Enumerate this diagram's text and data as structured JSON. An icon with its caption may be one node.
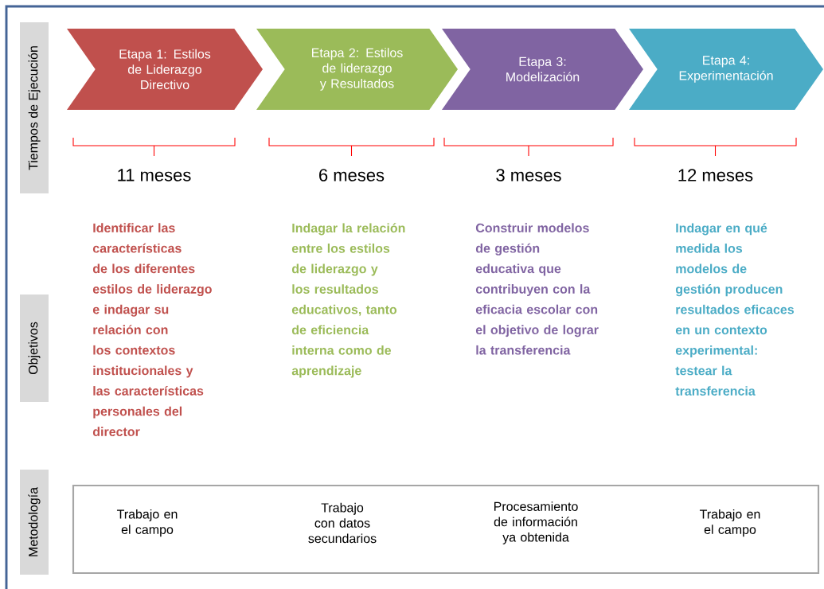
{
  "diagram": {
    "nodes": [
      {
        "text": [
          "Tiempos de Ejecución"
        ]
      },
      {
        "text": [
          "Objetivos"
        ]
      },
      {
        "text": [
          "Metodología"
        ]
      },
      {
        "text": [
          "Etapa 1: Estilos de Liderazgo Directivo"
        ],
        "beside": [
          "11 meses",
          "Identificar las características de los diferentes estilos de liderazgo e indagar su relación con los contextos institucionales y las características personales del director"
        ]
      },
      {
        "text": [
          "Etapa 2: Estilos de liderazgo y Resultados"
        ],
        "beside": [
          "6 meses",
          "Indagar la relación entre los estilos de liderazgo y los resultados educativos, tanto de eficiencia interna como de aprendizaje"
        ]
      },
      {
        "text": [
          "Etapa 3: Modelización"
        ],
        "beside": [
          "3 meses",
          "Construir modelos de gestión educativa que contribuyen con la eficacia escolar con el objetivo de  lograr la transferencia"
        ]
      },
      {
        "text": [
          "Etapa 4: Experimentación"
        ],
        "beside": [
          "12 meses",
          "Indagar en qué medida los modelos de gestión producen resultados eficaces en un contexto experimental: testear la transferencia"
        ]
      },
      {
        "text": [
          "Trabajo en el campo",
          "Trabajo con datos secundarios",
          "Procesamiento de información ya obtenida",
          "Trabajo en el campo"
        ]
      }
    ]
  }
}
